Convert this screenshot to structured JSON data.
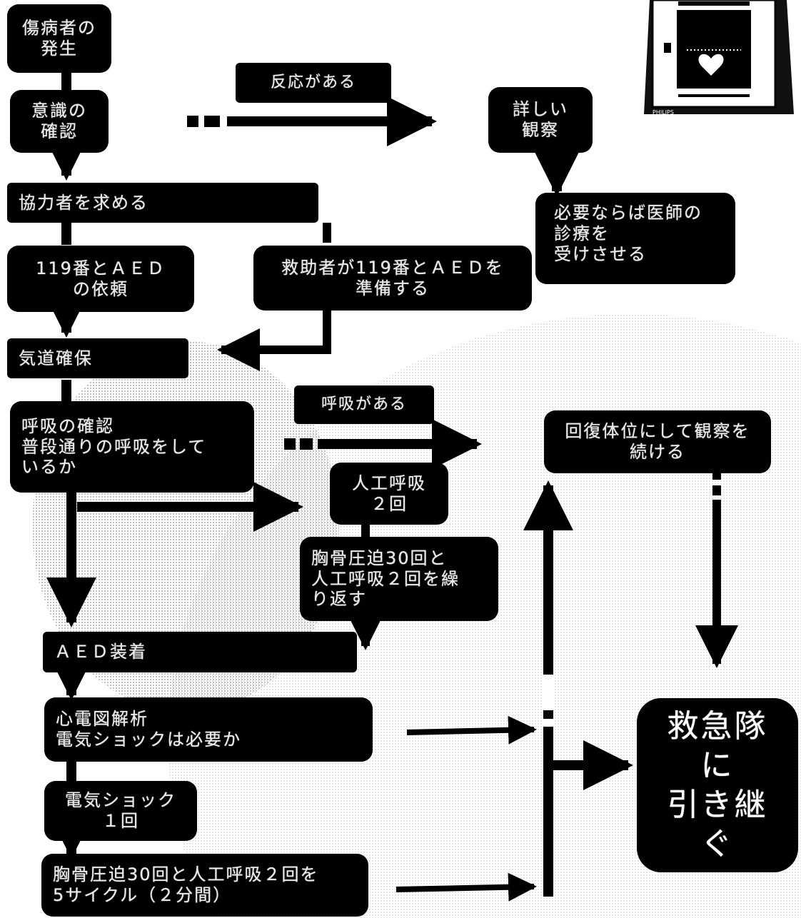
{
  "nodes": {
    "collapse": "傷病者の\n発生",
    "consciousness": "意識の\n確認",
    "detailed_observation": "詳しい\n観察",
    "doctor_consult": "必要ならば医師の\n診療を\n受けさせる",
    "call_for_help": "協力者を求める",
    "request_119_aed": "119番とＡＥＤ\nの依頼",
    "helper_prepares": "救助者が119番とＡＥＤを\n準備する",
    "airway": "気道確保",
    "breathing_check": "呼吸の確認\n普段通りの呼吸をして\nいるか",
    "rescue_breaths": "人工呼吸\n２回",
    "cpr_30_2": "胸骨圧迫30回と\n人工呼吸２回を繰\nり返す",
    "recovery_position": "回復体位にして観察を\n続ける",
    "aed_attach": "ＡＥＤ装着",
    "ecg_analysis": "心電図解析\n電気ショックは必要か",
    "shock_once": "電気ショック\n１回",
    "cpr_5_cycles": "胸骨圧迫30回と人工呼吸２回を\n5サイクル（２分間）",
    "handover": "救急隊\nに\n引き継\nぐ"
  },
  "labels": {
    "responsive": "反応がある",
    "breathing": "呼吸がある"
  },
  "device": {
    "name": "AED",
    "brand": "PHILIPS"
  },
  "colors": {
    "box": "#000000",
    "text": "#e9e9e9",
    "arrow": "#000000",
    "background": "#ffffff",
    "dither": "#8a8a8a"
  }
}
